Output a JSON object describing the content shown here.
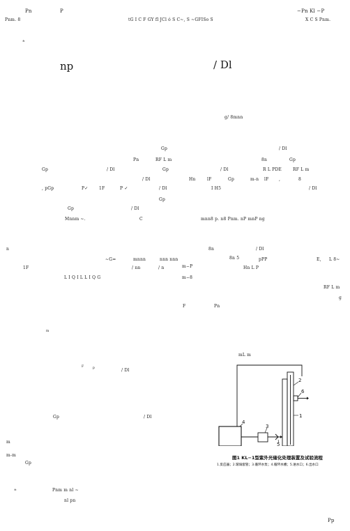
{
  "header": {
    "left_top_a": "Pn",
    "left_top_b": "P",
    "right_top": "−Pn Kl    −P",
    "left_second": "Pnm.     8",
    "middle_second": "tG    I C F GY   fl   JCl ó    S C~,  S       ~GFISo S",
    "right_second": "X C    S Pnm.",
    "note_mark": "±"
  },
  "title": {
    "left": "np",
    "right": "/ Dl"
  },
  "subtitle": "g/ 8mnn",
  "para1": {
    "l1a": "Gp",
    "l1b": "/ Dl",
    "l2a": "Pn",
    "l2b": "RF L m",
    "l2c": "8n",
    "l2d": "Gp",
    "l3a": "Gp",
    "l3b": "/ Dl",
    "l3c": "Gp",
    "l3d": "/ Dl",
    "l3e": "R L PDE",
    "l3f": "RF L m",
    "l4a": "/ Dl",
    "l4b": "Hn",
    "l4c": "lF",
    "l4d": "Gp",
    "l4e": "m-n",
    "l4f": "lF",
    "l4g": ",",
    "l4h": "8",
    "l5a": ", pGp",
    "l5b": "P✓",
    "l5c": "1F",
    "l5d": "P ✓",
    "l5e": "/ Dl",
    "l5f": "I H5",
    "l5g": "/ Dl",
    "l6a": "Gp",
    "l7a": "Gp",
    "l7b": "/ Dl",
    "l8a": "Mnnm ~.",
    "l8b": "C",
    "l8c": "mnn8 p. n8  Pnm.  nP mnP ng"
  },
  "left_col": {
    "r1": "n",
    "r2a": "~G=",
    "r2b": "mnnn",
    "r2c": "nnn nnn",
    "r3a": "1F",
    "r3b": "/ nn",
    "r3c": "/ n",
    "r4": "L I  Q I  L     L I  Q G",
    "r5": "m",
    "r6a": "F",
    "r6b": "p",
    "r6c": "/ Dl",
    "r7a": "Gp",
    "r7b": "/ Dl",
    "r8": "m",
    "r9": "m-m",
    "r10": "Gp",
    "r11a": "±",
    "r11b": "Pnm  m  nl ~",
    "r12": "nl pn"
  },
  "right_col": {
    "r1a": "8n",
    "r1b": "/ Dl",
    "r2": "8n 5",
    "r3": "m−P",
    "r4a": "pPP",
    "r4b": "E,",
    "r4c": "L 8~",
    "r5": "Hn L P",
    "r6": "m−8",
    "r7": "RF L m",
    "r8": "g",
    "r9a": "F",
    "r9b": "Pn",
    "r10": "mL m"
  },
  "figure": {
    "callouts": [
      "2",
      "6",
      "1",
      "4",
      "3",
      "5"
    ],
    "caption_title": "图1  KL−1型紫外光催化处理装置及试验流程",
    "caption_legend": "1.反应器；2.玻璃套管；3.循环水泵；4.循环水槽；5.进水口；6.出水口"
  },
  "footer": {
    "page": "Pp"
  }
}
